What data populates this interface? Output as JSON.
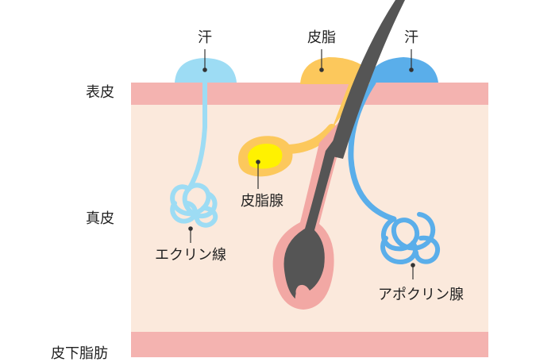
{
  "layers": {
    "epidermis": "表皮",
    "dermis": "真皮",
    "subcutaneous": "皮下脂肪"
  },
  "labels": {
    "sweat_left": "汗",
    "sebum": "皮脂",
    "sweat_right": "汗",
    "sebaceous_gland": "皮脂腺",
    "eccrine_gland": "エクリン線",
    "apocrine_gland": "アポクリン腺"
  },
  "colors": {
    "epidermis": "#f4b3b0",
    "dermis": "#fbe9dc",
    "eccrine": "#9ddcf4",
    "apocrine": "#5aaeea",
    "sebum": "#fcc85c",
    "sebaceous_core": "#fff200",
    "hair": "#555555",
    "follicle": "#f2a8a4"
  }
}
